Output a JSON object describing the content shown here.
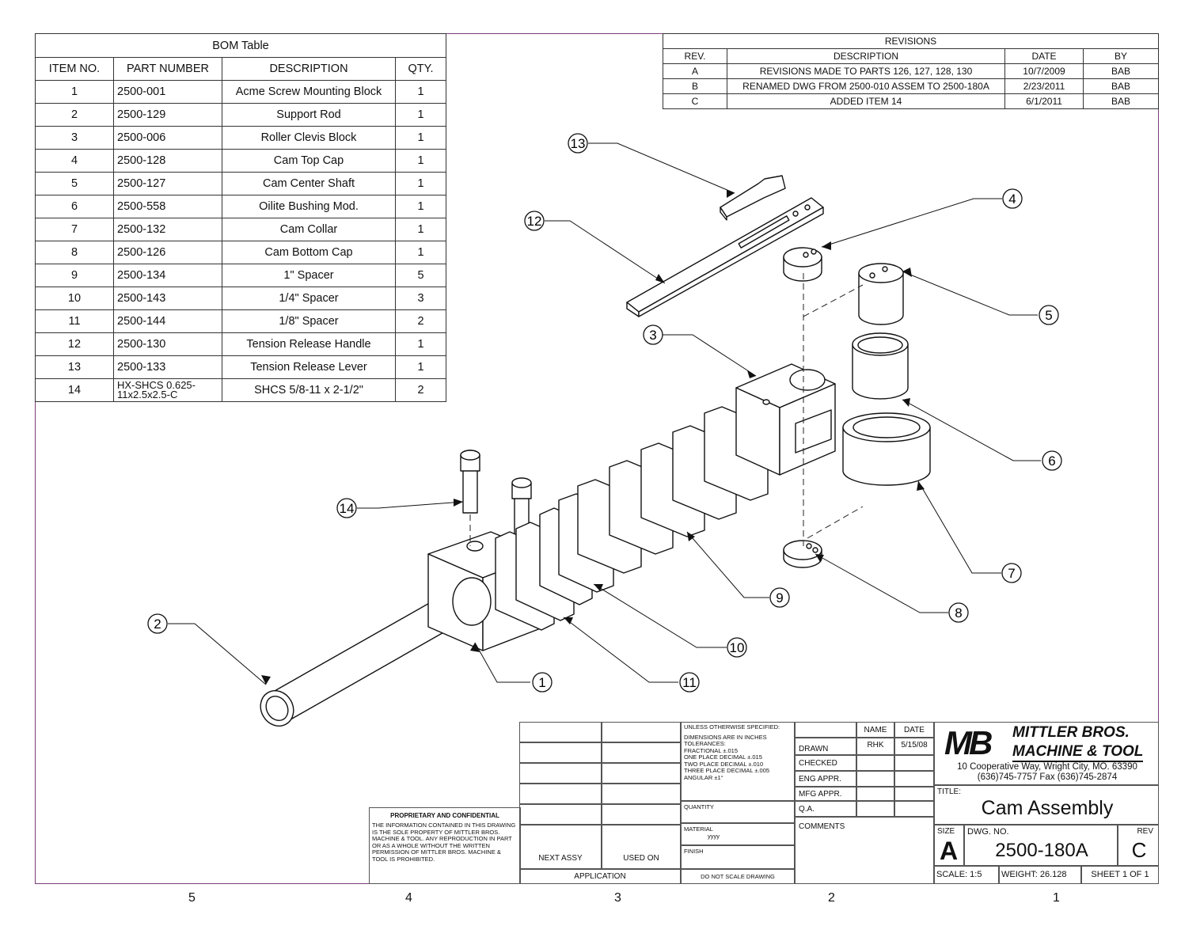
{
  "bom": {
    "title": "BOM Table",
    "headers": [
      "ITEM NO.",
      "PART NUMBER",
      "DESCRIPTION",
      "QTY."
    ],
    "rows": [
      {
        "item": "1",
        "part": "2500-001",
        "desc": "Acme Screw Mounting Block",
        "qty": "1"
      },
      {
        "item": "2",
        "part": "2500-129",
        "desc": "Support Rod",
        "qty": "1"
      },
      {
        "item": "3",
        "part": "2500-006",
        "desc": "Roller Clevis Block",
        "qty": "1"
      },
      {
        "item": "4",
        "part": "2500-128",
        "desc": "Cam Top Cap",
        "qty": "1"
      },
      {
        "item": "5",
        "part": "2500-127",
        "desc": "Cam Center Shaft",
        "qty": "1"
      },
      {
        "item": "6",
        "part": "2500-558",
        "desc": "Oilite Bushing Mod.",
        "qty": "1"
      },
      {
        "item": "7",
        "part": "2500-132",
        "desc": "Cam Collar",
        "qty": "1"
      },
      {
        "item": "8",
        "part": "2500-126",
        "desc": "Cam Bottom Cap",
        "qty": "1"
      },
      {
        "item": "9",
        "part": "2500-134",
        "desc": "1\" Spacer",
        "qty": "5"
      },
      {
        "item": "10",
        "part": "2500-143",
        "desc": "1/4\" Spacer",
        "qty": "3"
      },
      {
        "item": "11",
        "part": "2500-144",
        "desc": "1/8\" Spacer",
        "qty": "2"
      },
      {
        "item": "12",
        "part": "2500-130",
        "desc": "Tension Release Handle",
        "qty": "1"
      },
      {
        "item": "13",
        "part": "2500-133",
        "desc": "Tension Release Lever",
        "qty": "1"
      },
      {
        "item": "14",
        "part": "HX-SHCS 0.625-11x2.5x2.5-C",
        "desc": "SHCS 5/8-11 x 2-1/2\"",
        "qty": "2"
      }
    ]
  },
  "revisions": {
    "title": "REVISIONS",
    "headers": [
      "REV.",
      "DESCRIPTION",
      "DATE",
      "BY"
    ],
    "rows": [
      {
        "rev": "A",
        "desc": "REVISIONS MADE TO PARTS 126, 127, 128, 130",
        "date": "10/7/2009",
        "by": "BAB"
      },
      {
        "rev": "B",
        "desc": "RENAMED DWG FROM 2500-010 ASSEM TO 2500-180A",
        "date": "2/23/2011",
        "by": "BAB"
      },
      {
        "rev": "C",
        "desc": "ADDED ITEM 14",
        "date": "6/1/2011",
        "by": "BAB"
      }
    ]
  },
  "balloons": [
    "1",
    "2",
    "3",
    "4",
    "5",
    "6",
    "7",
    "8",
    "9",
    "10",
    "11",
    "12",
    "13",
    "14"
  ],
  "zones": [
    "5",
    "4",
    "3",
    "2",
    "1"
  ],
  "title_block": {
    "unless": "UNLESS OTHERWISE SPECIFIED:",
    "tolerances": [
      "DIMENSIONS ARE IN INCHES",
      "TOLERANCES:",
      "FRACTIONAL       ±.015",
      "ONE PLACE DECIMAL  ±.015",
      "TWO PLACE DECIMAL  ±.010",
      "THREE PLACE DECIMAL ±.005",
      "ANGULAR          ±1°"
    ],
    "name_hdr": "NAME",
    "date_hdr": "DATE",
    "drawn": "DRAWN",
    "drawn_name": "RHK",
    "drawn_date": "5/15/08",
    "checked": "CHECKED",
    "eng_appr": "ENG APPR.",
    "mfg_appr": "MFG APPR.",
    "qa": "Q.A.",
    "comments": "COMMENTS",
    "quantity": "QUANTITY",
    "material": "MATERIAL",
    "material_value": "yyyy",
    "finish": "FINISH",
    "do_not_scale": "DO NOT SCALE DRAWING",
    "next_assy": "NEXT ASSY",
    "used_on": "USED ON",
    "application": "APPLICATION",
    "company_logo": "MB",
    "company_line1": "MITTLER BROS.",
    "company_line2": "MACHINE & TOOL",
    "address1": "10 Cooperative Way, Wright City, MO. 63390",
    "address2": "(636)745-7757  Fax (636)745-2874",
    "title_label": "TITLE:",
    "title": "Cam Assembly",
    "size_label": "SIZE",
    "size": "A",
    "dwg_label": "DWG.  NO.",
    "dwg_no": "2500-180A",
    "rev_label": "REV",
    "rev": "C",
    "scale": "SCALE: 1:5",
    "weight": "WEIGHT: 26.128",
    "sheet": "SHEET 1 OF 1"
  },
  "proprietary": {
    "title": "PROPRIETARY AND CONFIDENTIAL",
    "text": "THE INFORMATION CONTAINED IN THIS DRAWING IS THE SOLE PROPERTY OF MITTLER BROS. MACHINE & TOOL.  ANY REPRODUCTION IN PART OR AS A WHOLE WITHOUT THE WRITTEN PERMISSION OF MITTLER BROS. MACHINE & TOOL IS PROHIBITED."
  }
}
